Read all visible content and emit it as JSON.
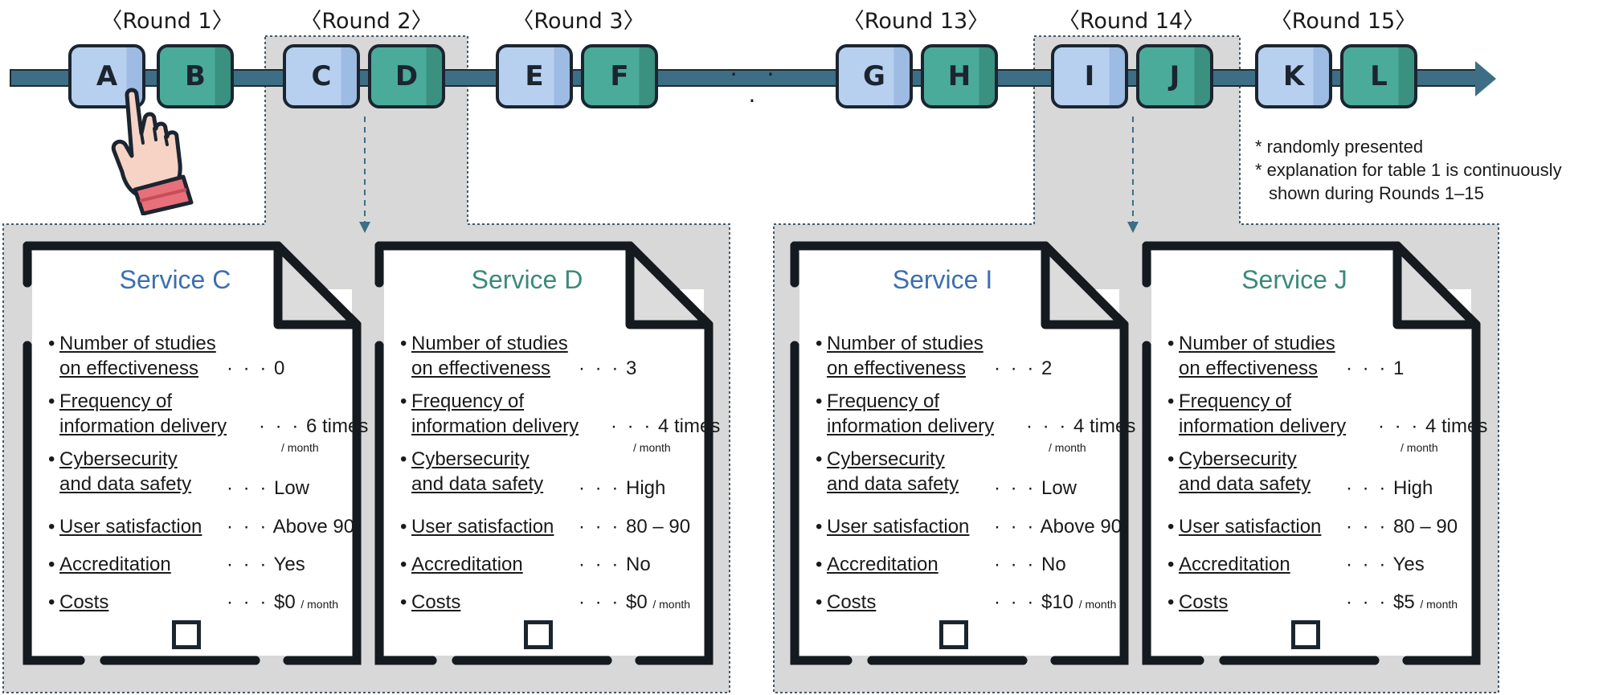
{
  "rounds": [
    {
      "label": "〈Round 1〉",
      "cards": [
        "A",
        "B"
      ]
    },
    {
      "label": "〈Round 2〉",
      "cards": [
        "C",
        "D"
      ]
    },
    {
      "label": "〈Round 3〉",
      "cards": [
        "E",
        "F"
      ]
    },
    {
      "label": "〈Round 13〉",
      "cards": [
        "G",
        "H"
      ]
    },
    {
      "label": "〈Round 14〉",
      "cards": [
        "I",
        "J"
      ]
    },
    {
      "label": "〈Round 15〉",
      "cards": [
        "K",
        "L"
      ]
    }
  ],
  "ellipsis": "· · ·",
  "notes": [
    "* randomly presented",
    "* explanation for table 1 is continuously",
    "shown during Rounds 1–15"
  ],
  "attribute_labels": {
    "studies": [
      "Number of studies",
      "on effectiveness"
    ],
    "frequency": [
      "Frequency of",
      "information delivery"
    ],
    "cyber": [
      "Cybersecurity",
      "and data safety"
    ],
    "satisfaction": [
      "User satisfaction"
    ],
    "accreditation": [
      "Accreditation"
    ],
    "costs": [
      "Costs"
    ]
  },
  "dots": "· · ·",
  "bullet": "•",
  "services": [
    {
      "title": "Service C",
      "title_color": "#3b6fb0",
      "studies": "0",
      "frequency": "6 times",
      "frequency_unit": "/ month",
      "cyber": "Low",
      "satisfaction": "Above 90",
      "accreditation": "Yes",
      "cost": "$0",
      "cost_unit": "/ month"
    },
    {
      "title": "Service D",
      "title_color": "#3a8a79",
      "studies": "3",
      "frequency": "4 times",
      "frequency_unit": "/ month",
      "cyber": "High",
      "satisfaction": "80 – 90",
      "accreditation": "No",
      "cost": "$0",
      "cost_unit": "/ month"
    },
    {
      "title": "Service I",
      "title_color": "#3b6fb0",
      "studies": "2",
      "frequency": "4 times",
      "frequency_unit": "/ month",
      "cyber": "Low",
      "satisfaction": "Above 90",
      "accreditation": "No",
      "cost": "$10",
      "cost_unit": "/ month"
    },
    {
      "title": "Service J",
      "title_color": "#3a8a79",
      "studies": "1",
      "frequency": "4 times",
      "frequency_unit": "/ month",
      "cyber": "High",
      "satisfaction": "80 – 90",
      "accreditation": "Yes",
      "cost": "$5",
      "cost_unit": "/ month"
    }
  ],
  "colors": {
    "timeline": "#3d6e85",
    "card_light": "#b8d0ef",
    "card_dark": "#4aab9a",
    "panel_gray": "#d8d8d8",
    "hand_skin": "#f6d3c4",
    "hand_cuff": "#e8707a"
  }
}
